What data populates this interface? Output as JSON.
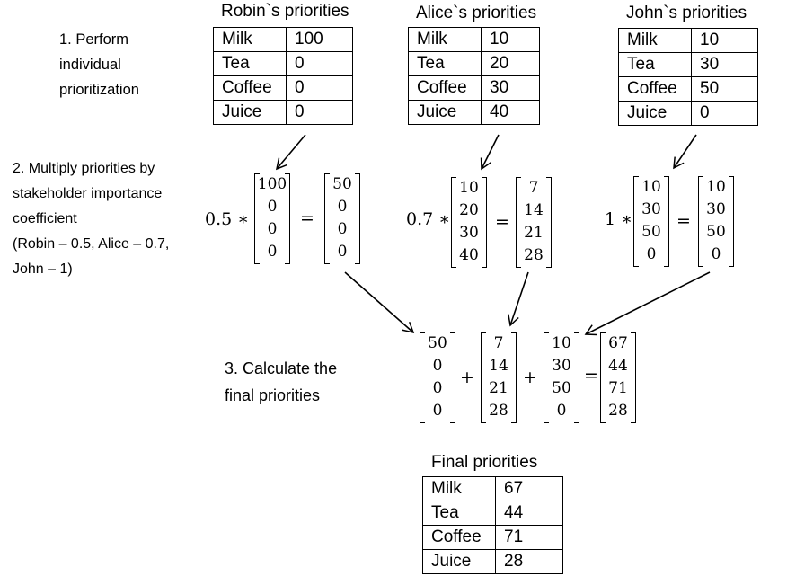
{
  "steps": {
    "step1": [
      "1. Perform",
      "individual",
      "prioritization"
    ],
    "step2": [
      "2. Multiply priorities by",
      "stakeholder importance",
      "coefficient",
      "(Robin –  0.5, Alice – 0.7,",
      "John –  1)"
    ],
    "step3": [
      "3. Calculate the",
      "final priorities"
    ]
  },
  "tables": {
    "robin": {
      "title": "Robin`s priorities",
      "rows": [
        [
          "Milk",
          "100"
        ],
        [
          "Tea",
          "0"
        ],
        [
          "Coffee",
          "0"
        ],
        [
          "Juice",
          "0"
        ]
      ]
    },
    "alice": {
      "title": "Alice`s priorities",
      "rows": [
        [
          "Milk",
          "10"
        ],
        [
          "Tea",
          "20"
        ],
        [
          "Coffee",
          "30"
        ],
        [
          "Juice",
          "40"
        ]
      ]
    },
    "john": {
      "title": "John`s priorities",
      "rows": [
        [
          "Milk",
          "10"
        ],
        [
          "Tea",
          "30"
        ],
        [
          "Coffee",
          "50"
        ],
        [
          "Juice",
          "0"
        ]
      ]
    },
    "final": {
      "title": "Final priorities",
      "rows": [
        [
          "Milk",
          "67"
        ],
        [
          "Tea",
          "44"
        ],
        [
          "Coffee",
          "71"
        ],
        [
          "Juice",
          "28"
        ]
      ]
    }
  },
  "equations": {
    "robin": {
      "coefficient": "0.5",
      "input": [
        "100",
        "0",
        "0",
        "0"
      ],
      "result": [
        "50",
        "0",
        "0",
        "0"
      ]
    },
    "alice": {
      "coefficient": "0.7",
      "input": [
        "10",
        "20",
        "30",
        "40"
      ],
      "result": [
        "7",
        "14",
        "21",
        "28"
      ]
    },
    "john": {
      "coefficient": "1",
      "input": [
        "10",
        "30",
        "50",
        "0"
      ],
      "result": [
        "10",
        "30",
        "50",
        "0"
      ]
    }
  },
  "sum": {
    "terms": [
      [
        "50",
        "0",
        "0",
        "0"
      ],
      [
        "7",
        "14",
        "21",
        "28"
      ],
      [
        "10",
        "30",
        "50",
        "0"
      ]
    ],
    "result": [
      "67",
      "44",
      "71",
      "28"
    ]
  },
  "symbols": {
    "multiply": "∗",
    "equals": "=",
    "plus": "+"
  }
}
